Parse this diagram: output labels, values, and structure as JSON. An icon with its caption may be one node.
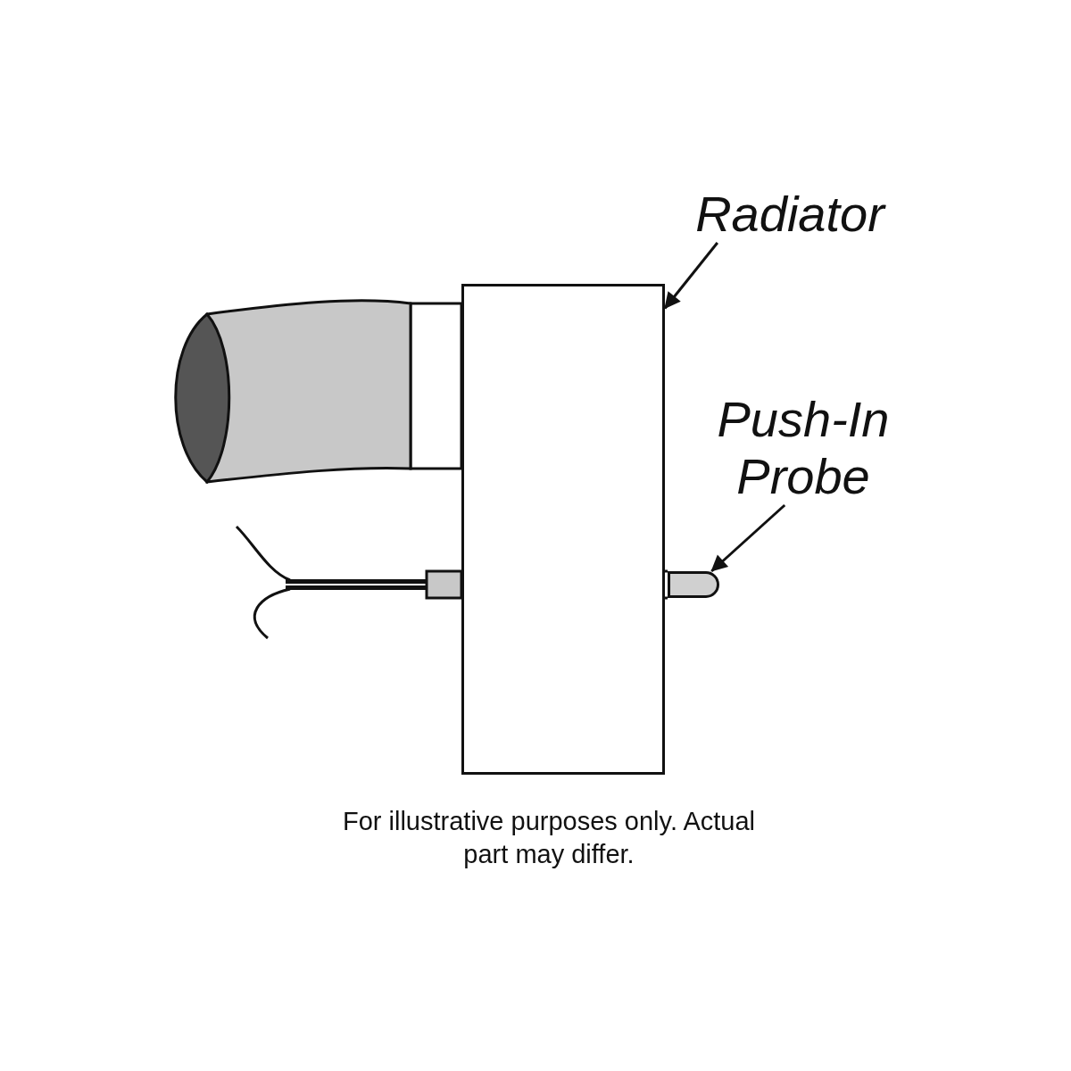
{
  "diagram": {
    "caption": "For illustrative purposes only. Actual part may differ.",
    "nodes": [
      {
        "text": [
          "Radiator"
        ]
      },
      {
        "text": [],
        "shape": "box"
      },
      {
        "text": [
          "Push-In Probe"
        ]
      },
      {
        "text": [],
        "shape": "bar"
      }
    ],
    "edges": [
      {
        "from": 0,
        "to": 1,
        "arrow": "to"
      },
      {
        "from": 2,
        "to": 3,
        "arrow": "to"
      }
    ]
  }
}
